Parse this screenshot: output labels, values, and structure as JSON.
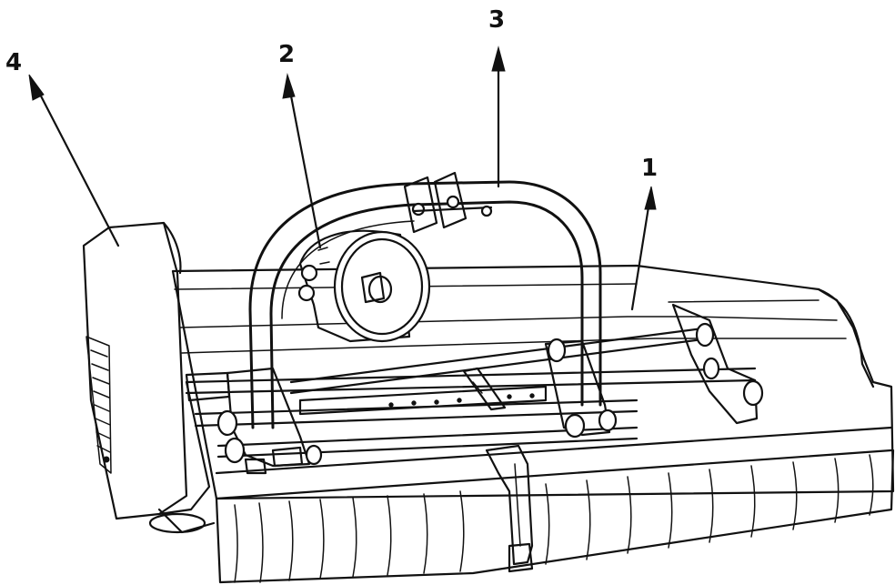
{
  "callouts": [
    {
      "id": "1",
      "label": "1"
    },
    {
      "id": "2",
      "label": "2"
    },
    {
      "id": "3",
      "label": "3"
    },
    {
      "id": "4",
      "label": "4"
    }
  ],
  "colors": {
    "ink": "#111111",
    "paper": "#ffffff"
  }
}
